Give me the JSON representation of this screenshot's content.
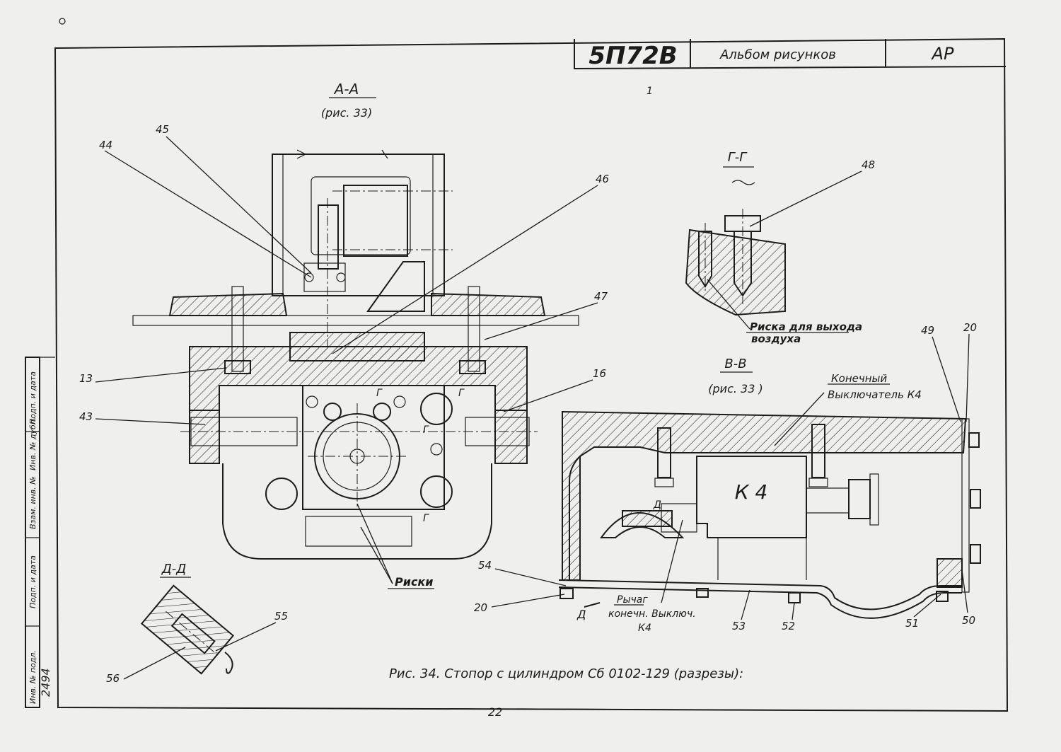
{
  "title_block": {
    "code": "5П72В",
    "title": "Альбом рисунков",
    "sheet_mark": "АР",
    "small_mark": "1"
  },
  "sections": {
    "aa_title": "А-А",
    "aa_ref": "(рис. 33)",
    "gg_title": "Г-Г",
    "vv_title": "В-В",
    "vv_ref": "(рис. 33 )",
    "dd_title": "Д-Д"
  },
  "labels": {
    "riski": "Риски",
    "riska_line1": "Риска для выхода",
    "riska_line2": "воздуха",
    "konech_line1": "Конечный",
    "konech_line2": "Выключатель К4",
    "k4": "К 4",
    "rychag_line1": "Рычаг",
    "rychag_line2": "конечн. Выключ.",
    "rychag_line3": "К4",
    "d_mark": "Д",
    "g_mark": "Г"
  },
  "callouts": {
    "n13": "13",
    "n16": "16",
    "n20a": "20",
    "n20b": "20",
    "n43": "43",
    "n44": "44",
    "n45": "45",
    "n46": "46",
    "n47": "47",
    "n48": "48",
    "n49": "49",
    "n50": "50",
    "n51": "51",
    "n52": "52",
    "n53": "53",
    "n54": "54",
    "n55": "55",
    "n56": "56"
  },
  "caption": "Рис. 34. Стопор с цилиндром Сб 0102-129 (разрезы):",
  "page_number": "22",
  "side_stamp": {
    "cells": [
      "Инв. № подл.",
      "Подп. и дата",
      "Взам. инв. №",
      "Инв. № дубл.",
      "Подп. и дата"
    ],
    "inv_value": "2494"
  }
}
